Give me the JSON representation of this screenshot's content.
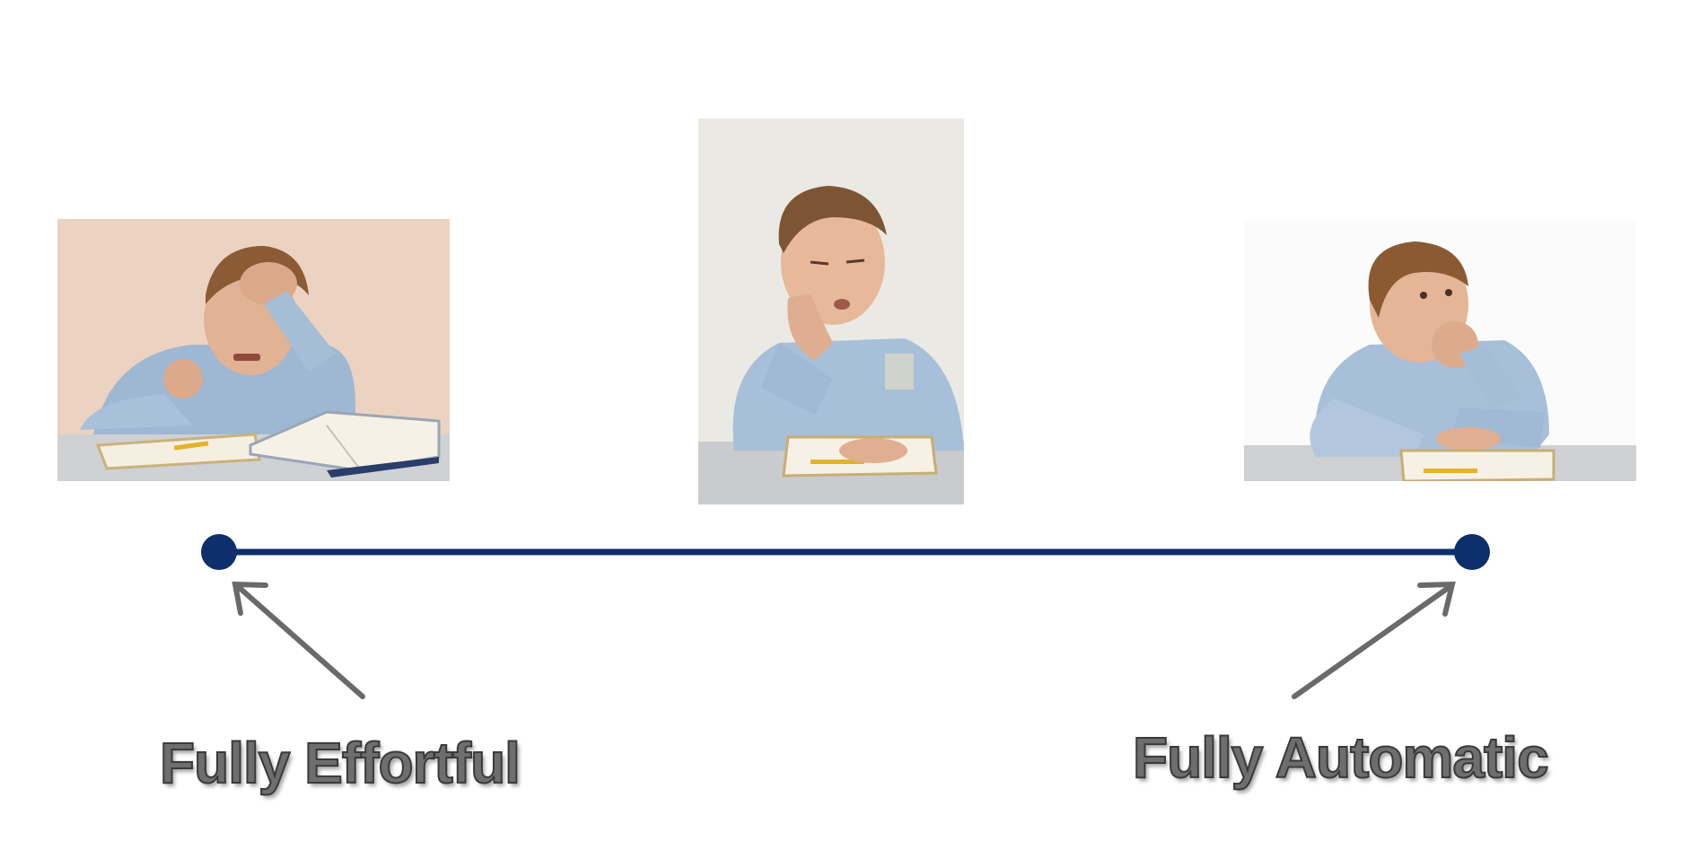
{
  "labels": {
    "left": "Fully Effortful",
    "right": "Fully Automatic"
  },
  "colors": {
    "timeline": "#0d2f6b",
    "arrow": "#6a6a6a",
    "label_fill": "#6e6e6e",
    "label_stroke": "#3a3a3a"
  },
  "photos": [
    {
      "id": "left",
      "depicts": "frustrated boy with hand on forehead at desk"
    },
    {
      "id": "middle",
      "depicts": "bored boy resting cheek on hand at desk"
    },
    {
      "id": "right",
      "depicts": "thoughtful boy with chin on fist at desk"
    }
  ]
}
